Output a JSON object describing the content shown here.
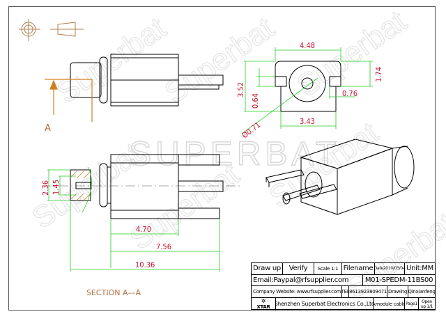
{
  "watermark": {
    "brand": "SUPERBAT",
    "text": "Superbat"
  },
  "side_view": {
    "section_marker": "A"
  },
  "front_view": {
    "dims": {
      "width_top": "4.48",
      "height_total": "3.52",
      "height_slot": "1.74",
      "slot_small": "0.64",
      "slot_width": "0.76",
      "width_bottom": "3.43",
      "pin_diameter": "Ø0.71"
    }
  },
  "section_view": {
    "dims": {
      "outer_dia": "2.36",
      "inner_dia": "1.45",
      "len_body": "4.70",
      "len_pins": "7.56",
      "len_total": "10.36"
    },
    "caption": "SECTION  A—A"
  },
  "colors": {
    "dimension_line": "#22cc22",
    "dimension_text": "#c8102e",
    "section_line": "#d08020",
    "outline": "#000000"
  },
  "title_block": {
    "draw_up": "Draw up",
    "verify": "Verify",
    "scale": "Scale 1:1",
    "filename": "Filename",
    "date": "Date2010/03/04",
    "unit": "Unit:MM",
    "email": "Email:Paypal@rfsupplier.com",
    "part_number": "M01-SPEDM-11BS00",
    "website": "Company Website: www.rfsupplier.com",
    "tel_label": "TEL",
    "tel": "8613923809471",
    "drawing": "Drawing",
    "drawer": "Qinxianfeng",
    "logo": "XTAR",
    "company": "Shenzhen Superbat Electronics Co.,Ltd",
    "product": "Amodule cable",
    "page": "Page1",
    "open_up": "Open up 1/1"
  }
}
